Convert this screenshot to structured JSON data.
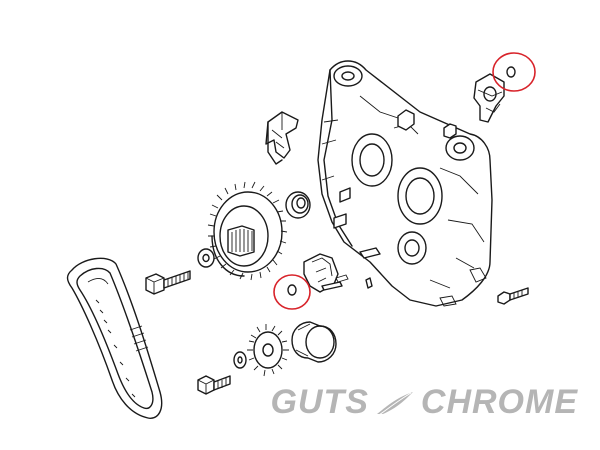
{
  "colors": {
    "line": "#1a1a1a",
    "highlight": "#d8232a",
    "watermark": "#b5b5b5",
    "background": "#ffffff"
  },
  "icons": [
    "feather-icon"
  ],
  "watermark": {
    "left": "GUTS",
    "right": "CHROME"
  },
  "highlighted_parts": [
    "o-ring-top-right",
    "o-ring-tensioner"
  ]
}
